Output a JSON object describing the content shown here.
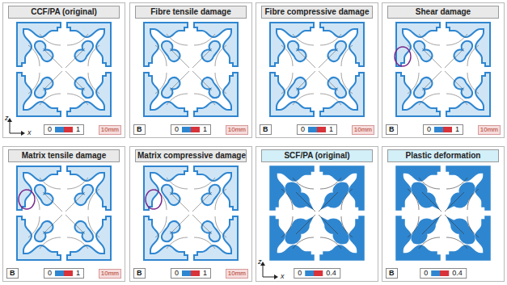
{
  "diagram": {
    "nodes": [
      {
        "text": [
          "CCF/PA (original)"
        ]
      },
      {
        "text": [
          "Fibre tensile damage"
        ]
      },
      {
        "text": [
          "Fibre compressive damage"
        ]
      },
      {
        "text": [
          "Shear damage"
        ]
      },
      {
        "text": [
          "Matrix tensile damage"
        ]
      },
      {
        "text": [
          "Matrix compressive damage"
        ]
      },
      {
        "text": [
          "SCF/PA (original)"
        ]
      },
      {
        "text": [
          "Plastic deformation"
        ]
      }
    ],
    "labels": [
      "z",
      "x",
      "0",
      "1",
      "10mm",
      "B",
      "0",
      "1",
      "10mm",
      "B",
      "0",
      "1",
      "10mm",
      "B",
      "0",
      "1",
      "10mm",
      "B",
      "0",
      "1",
      "10mm",
      "B",
      "0",
      "1",
      "10mm",
      "z",
      "x",
      "0",
      "0.4",
      "B",
      "0",
      "0.4"
    ]
  }
}
